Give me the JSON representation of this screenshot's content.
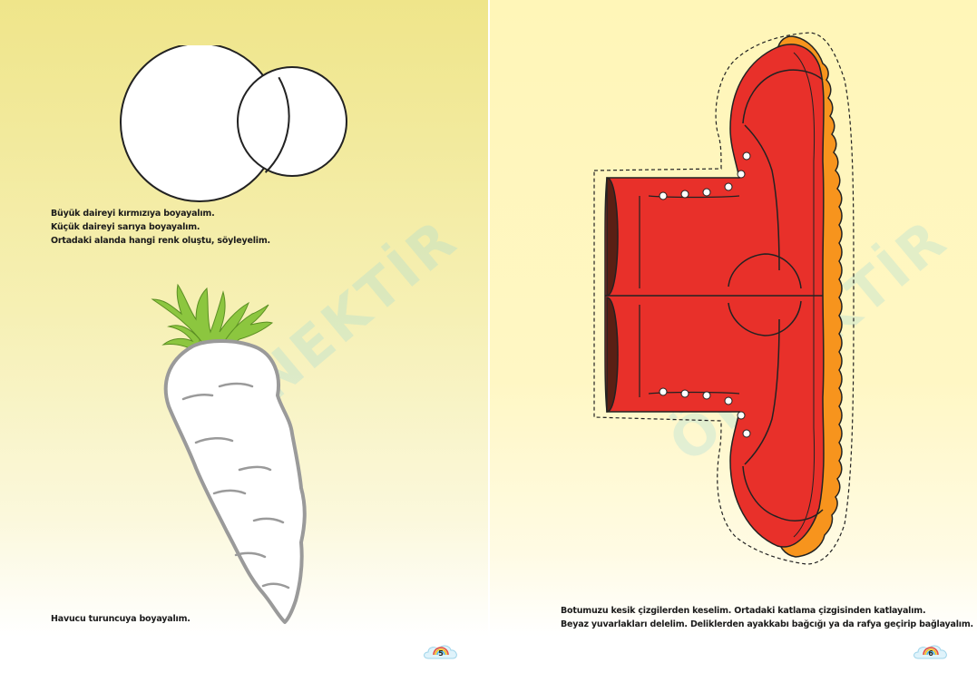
{
  "left_page": {
    "circles_instruction": [
      "Büyük daireyi kırmızıya boyayalım.",
      "Küçük daireyi sarıya boyayalım.",
      "Ortadaki alanda hangi renk oluştu, söyleyelim."
    ],
    "carrot_instruction": "Havucu turuncuya boyayalım.",
    "watermark": "ÖRNEKTİR",
    "page_number": "5"
  },
  "right_page": {
    "boot_instruction": [
      "Botumuzu kesik çizgilerden keselim. Ortadaki katlama çizgisinden katlayalım.",
      "Beyaz yuvarlakları delelim. Deliklerden ayakkabı bağcığı ya da rafya geçirip bağlayalım."
    ],
    "watermark": "ÖRNEKTİR",
    "page_number": "6"
  },
  "colors": {
    "boot_red": "#e8302a",
    "boot_dark": "#5a1f14",
    "sole_orange": "#f7941d",
    "carrot_leaves": "#8cc63f",
    "left_page_top": "#efe58a",
    "right_page_top": "#fff6b8"
  },
  "icons": [
    "circles-outline",
    "carrot-outline",
    "boot-cutout",
    "cloud-rainbow-badge"
  ]
}
